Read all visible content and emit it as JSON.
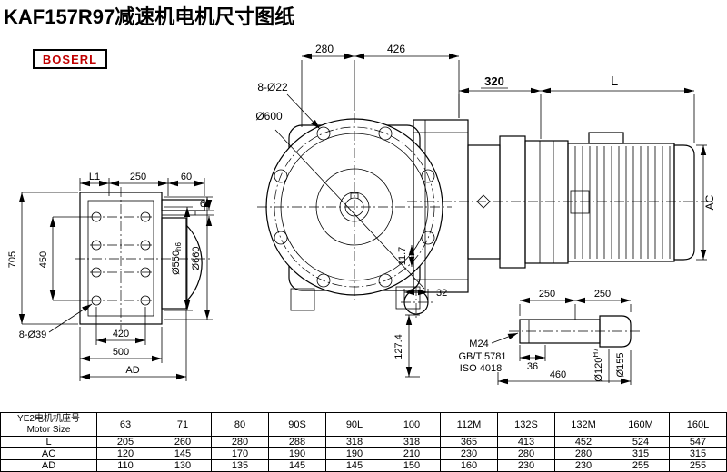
{
  "title": "KAF157R97减速机电机尺寸图纸",
  "logo": "BOSERL",
  "dims": {
    "L1": "L1",
    "n250": "250",
    "n60": "60",
    "n6": "6",
    "n705": "705",
    "n450": "450",
    "holes39": "8-Ø39",
    "n420": "420",
    "n500": "500",
    "AD": "AD",
    "d550_main": "Ø550",
    "d550_fit": "h6",
    "d660": "Ø660",
    "n280": "280",
    "n426": "426",
    "holes22": "8-Ø22",
    "d600": "Ø600",
    "n117": "11.7",
    "n320": "320",
    "L": "L",
    "AC": "AC",
    "n32": "32",
    "n1274": "127.4",
    "n250a": "250",
    "n250b": "250",
    "m24": "M24",
    "gbt": "GB/T 5781",
    "iso": "ISO 4018",
    "n36": "36",
    "n460": "460",
    "d120_main": "Ø120",
    "d120_fit": "H7",
    "d155": "Ø155"
  },
  "table": {
    "header_cn": "YE2电机机座号",
    "header_en": "Motor Size",
    "sizes": [
      "63",
      "71",
      "80",
      "90S",
      "90L",
      "100",
      "112M",
      "132S",
      "132M",
      "160M",
      "160L"
    ],
    "rows": [
      {
        "label": "L",
        "values": [
          "205",
          "260",
          "280",
          "288",
          "318",
          "318",
          "365",
          "413",
          "452",
          "524",
          "547"
        ]
      },
      {
        "label": "AC",
        "values": [
          "120",
          "145",
          "170",
          "190",
          "190",
          "210",
          "230",
          "280",
          "280",
          "315",
          "315"
        ]
      },
      {
        "label": "AD",
        "values": [
          "110",
          "130",
          "135",
          "145",
          "145",
          "150",
          "160",
          "230",
          "230",
          "255",
          "255"
        ]
      }
    ]
  }
}
